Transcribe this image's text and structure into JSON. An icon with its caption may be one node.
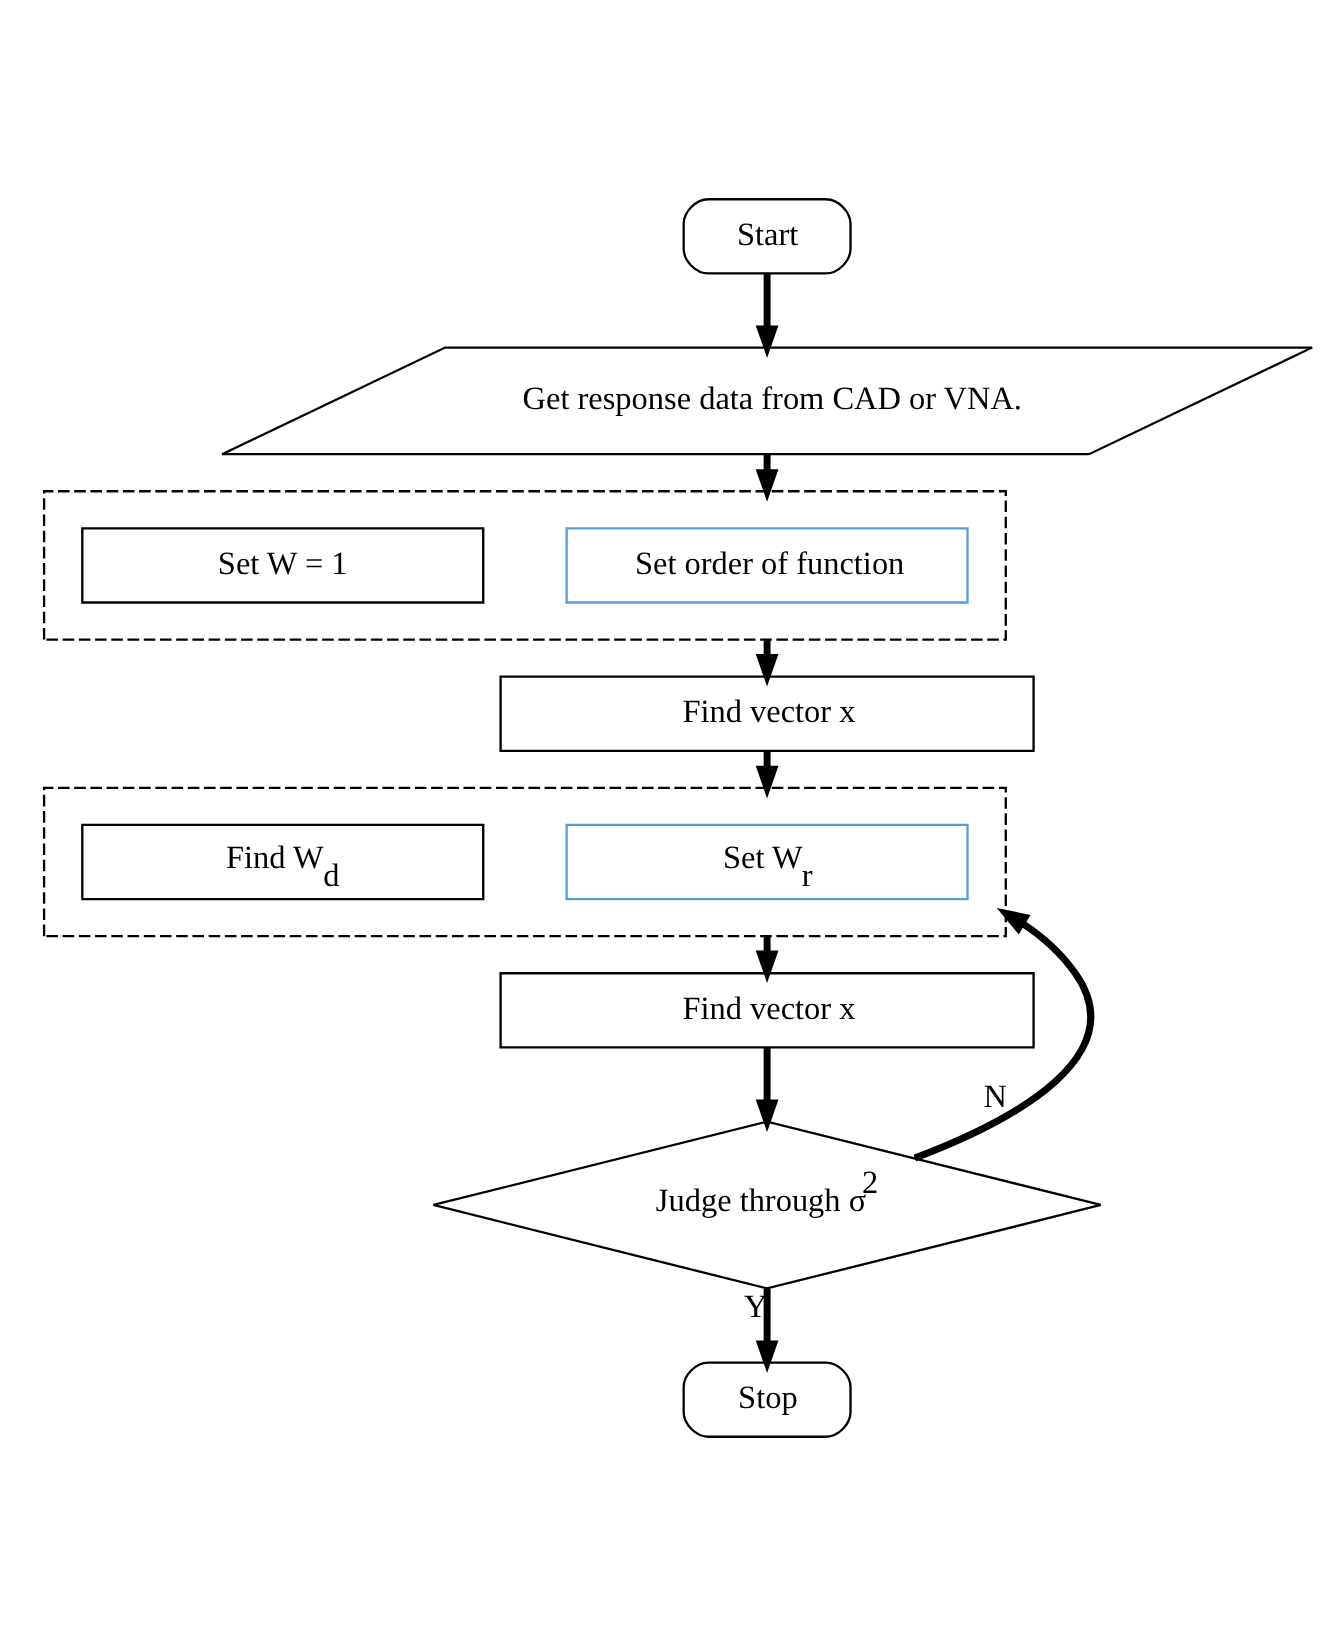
{
  "diagram": {
    "nodes": [
      {
        "text": [
          "Start"
        ]
      },
      {
        "text": [
          "Get response data from CAD or VNA."
        ]
      },
      {
        "text": [],
        "shape": "box"
      },
      {
        "text": [
          "Set order of function"
        ],
        "in": 2
      },
      {
        "text": [
          "Set W = 1"
        ],
        "in": 2
      },
      {
        "text": [
          "Find vector x"
        ]
      },
      {
        "text": [],
        "shape": "box"
      },
      {
        "text": [
          "Set W$_{r}$"
        ],
        "in": 6
      },
      {
        "text": [
          "Find W$_{d}$"
        ],
        "in": 6
      },
      {
        "text": [
          "Find vector x"
        ]
      },
      {
        "text": [
          "Judge through σ$^{2}$"
        ]
      },
      {
        "text": [
          "Stop"
        ]
      }
    ],
    "edges": [
      {
        "from": 0,
        "to": 1,
        "arrow": "to"
      },
      {
        "from": 1,
        "to": 2,
        "arrow": "to"
      },
      {
        "from": 2,
        "to": 5,
        "arrow": "to"
      },
      {
        "from": 5,
        "to": 6,
        "arrow": "to"
      },
      {
        "from": 6,
        "to": 9,
        "arrow": "to"
      },
      {
        "from": 9,
        "to": 10,
        "arrow": "to"
      },
      {
        "from": 10,
        "to": 11,
        "label": "Y",
        "arrow": "to"
      },
      {
        "from": 10,
        "to": 6,
        "label": "N",
        "arrow": "to"
      }
    ]
  }
}
